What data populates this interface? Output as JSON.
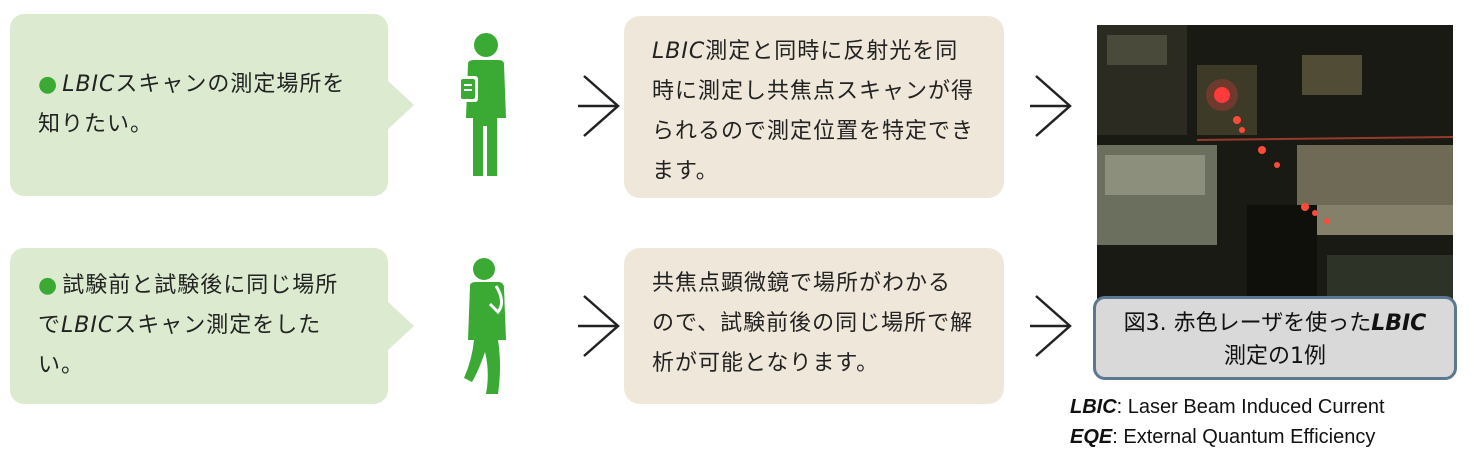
{
  "rows": [
    {
      "need": {
        "bullet": "●",
        "term": "LBIC",
        "line1_rest": "スキャンの測定場所を",
        "line2_pre": "",
        "line2_term": "",
        "line2_rest": "知りたい。"
      },
      "answer": {
        "line1_term": "LBIC",
        "line1_rest": "測定と同時に反射光を同",
        "line2": "時に測定し共焦点スキャンが得",
        "line3": "られるので測定位置を特定でき",
        "line4": "ます。"
      }
    },
    {
      "need": {
        "bullet": "●",
        "term": "",
        "line1_rest": "試験前と試験後に同じ場所",
        "line2_pre": "で",
        "line2_term": "LBIC",
        "line2_rest": "スキャン測定をしたい。"
      },
      "answer": {
        "line1_term": "",
        "line1_rest": "共焦点顕微鏡で場所がわかる",
        "line2": "ので、試験前後の同じ場所で解",
        "line3": "析が可能となります。",
        "line4": ""
      }
    }
  ],
  "caption": {
    "prefix": "図3. 赤色レーザを使った",
    "term": "LBIC",
    "line2": "測定の1例"
  },
  "legend": [
    {
      "abbr": "LBIC",
      "text": ": Laser Beam Induced Current"
    },
    {
      "abbr": "EQE",
      "text": ": External Quantum Efficiency"
    }
  ],
  "colors": {
    "bubble": "#dcebd0",
    "box": "#efe8da",
    "person": "#3aaa35",
    "caption_border": "#5a7891",
    "caption_bg": "#d9d9d9"
  },
  "icons": {
    "person_1": "person-holding-clipboard-icon",
    "person_2": "person-thinking-icon",
    "arrow": "chevron-right-arrow-icon"
  }
}
